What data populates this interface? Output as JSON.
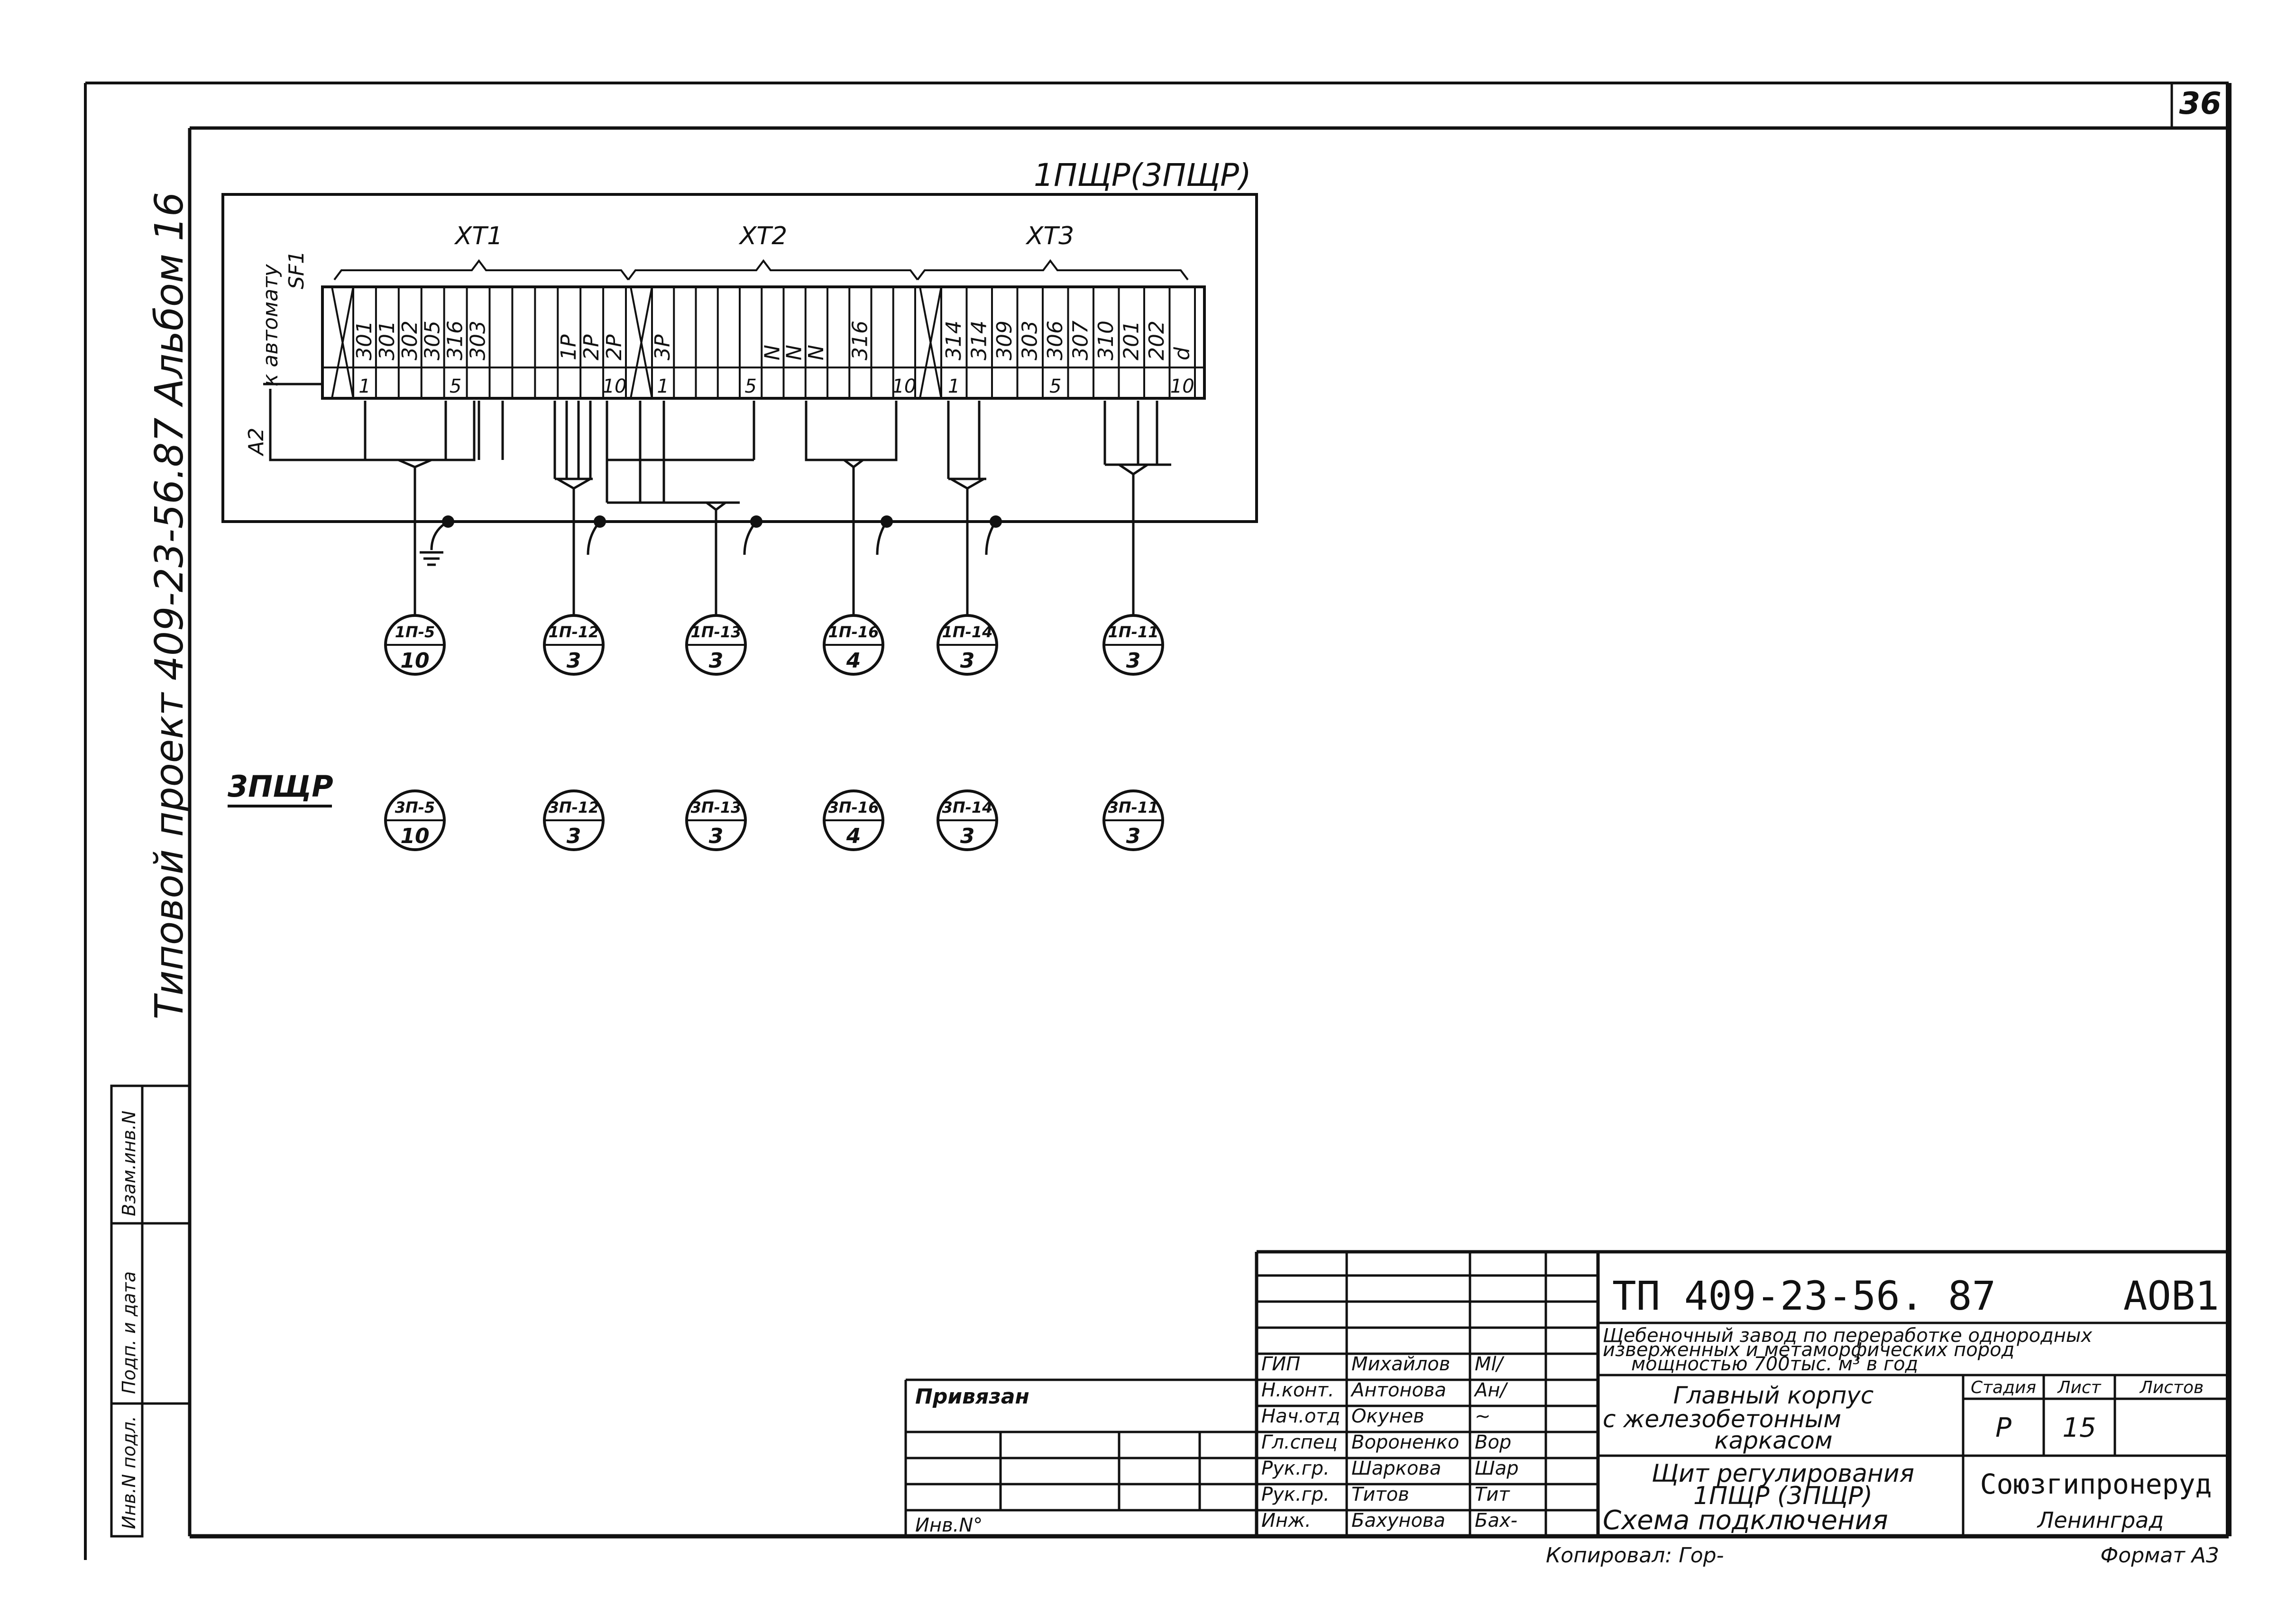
{
  "sheet_number": "36",
  "side_label": "Типовой проект 409-23-56.87 Альбом 16",
  "stamp_column": [
    "Инв.N подл.",
    "Подп. и дата",
    "Взам.инв.N"
  ],
  "panel": {
    "title": "1ПЩР(3ПЩР)",
    "left_labels": [
      "к автомату",
      "SF1",
      "A2"
    ],
    "groups": [
      {
        "name": "XT1",
        "terminals": [
          "301",
          "301",
          "302",
          "305",
          "316",
          "303",
          "",
          "",
          "",
          "1P",
          "2P",
          "2P"
        ],
        "marks": [
          "1",
          "5",
          "10"
        ]
      },
      {
        "name": "XT2",
        "terminals": [
          "3P",
          "",
          "",
          "",
          "",
          "N",
          "N",
          "N",
          "",
          "316",
          "",
          ""
        ],
        "marks": [
          "1",
          "5",
          "10"
        ]
      },
      {
        "name": "XT3",
        "terminals": [
          "314",
          "314",
          "309",
          "303",
          "306",
          "307",
          "310",
          "201",
          "202",
          "d"
        ],
        "marks": [
          "1",
          "5",
          "10"
        ]
      }
    ]
  },
  "cables_1": [
    {
      "top": "1П-5",
      "bottom": "10"
    },
    {
      "top": "1П-12",
      "bottom": "3"
    },
    {
      "top": "1П-13",
      "bottom": "3"
    },
    {
      "top": "1П-16",
      "bottom": "4"
    },
    {
      "top": "1П-14",
      "bottom": "3"
    },
    {
      "top": "1П-11",
      "bottom": "3"
    }
  ],
  "panel2_label": "3ПЩР",
  "cables_3": [
    {
      "top": "3П-5",
      "bottom": "10"
    },
    {
      "top": "3П-12",
      "bottom": "3"
    },
    {
      "top": "3П-13",
      "bottom": "3"
    },
    {
      "top": "3П-16",
      "bottom": "4"
    },
    {
      "top": "3П-14",
      "bottom": "3"
    },
    {
      "top": "3П-11",
      "bottom": "3"
    }
  ],
  "title_block": {
    "code": "ТП 409-23-56. 87",
    "mark": "АОВ1",
    "project_lines": [
      "Щебеночный завод по переработке однородных",
      "изверженных и метаморфических пород",
      "мощностью 700тыс. м³ в год"
    ],
    "building_lines": [
      "Главный корпус",
      "с железобетонным",
      "каркасом"
    ],
    "drawing_lines": [
      "Щит регулирования",
      "1ПЩР (3ПЩР)",
      "Схема подключения"
    ],
    "col_headers": [
      "Стадия",
      "Лист",
      "Листов"
    ],
    "stage": "Р",
    "sheet": "15",
    "sheets": "",
    "org": "Союзгипронеруд",
    "city": "Ленинград",
    "signers": [
      {
        "role": "ГИП",
        "name": "Михайлов",
        "sig": "Ml/"
      },
      {
        "role": "Н.конт.",
        "name": "Антонова",
        "sig": "Ан/"
      },
      {
        "role": "Нач.отд",
        "name": "Окунев",
        "sig": "~"
      },
      {
        "role": "Гл.спец",
        "name": "Вороненко",
        "sig": "Вор"
      },
      {
        "role": "Рук.гр.",
        "name": "Шаркова",
        "sig": "Шар"
      },
      {
        "role": "Рук.гр.",
        "name": "Титов",
        "sig": "Тит"
      },
      {
        "role": "Инж.",
        "name": "Бахунова",
        "sig": "Бах-"
      }
    ],
    "attached": "Привязан",
    "inv": "Инв.N°",
    "copied": "Копировал: Гор-",
    "format": "Формат А3"
  }
}
